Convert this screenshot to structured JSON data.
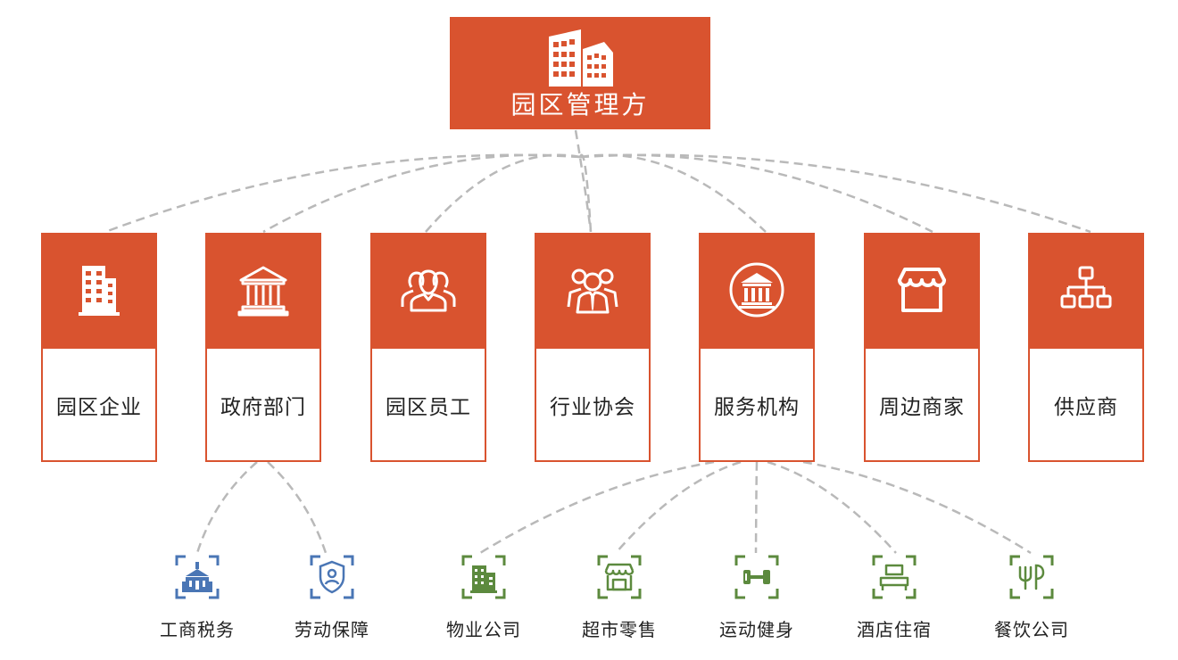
{
  "root": {
    "label": "园区管理方",
    "icon": "office-buildings-icon"
  },
  "nodes": [
    {
      "label": "园区企业",
      "icon": "office-tower-icon"
    },
    {
      "label": "政府部门",
      "icon": "government-building-icon"
    },
    {
      "label": "园区员工",
      "icon": "people-group-icon"
    },
    {
      "label": "行业协会",
      "icon": "association-meeting-icon"
    },
    {
      "label": "服务机构",
      "icon": "institution-circle-icon"
    },
    {
      "label": "周边商家",
      "icon": "storefront-icon"
    },
    {
      "label": "供应商",
      "icon": "hierarchy-network-icon"
    }
  ],
  "subitems": [
    {
      "label": "工商税务",
      "icon": "tax-office-icon",
      "parent": 1
    },
    {
      "label": "劳动保障",
      "icon": "labor-shield-icon",
      "parent": 1
    },
    {
      "label": "物业公司",
      "icon": "property-building-icon",
      "parent": 4
    },
    {
      "label": "超市零售",
      "icon": "supermarket-icon",
      "parent": 4
    },
    {
      "label": "运动健身",
      "icon": "dumbbell-icon",
      "parent": 4
    },
    {
      "label": "酒店住宿",
      "icon": "hotel-bed-icon",
      "parent": 4
    },
    {
      "label": "餐饮公司",
      "icon": "dining-fork-icon",
      "parent": 4
    }
  ],
  "colors": {
    "accent": "#d9532f",
    "connector": "#b9b9b9",
    "blue_icon": "#4a76b5",
    "green_icon": "#5c8a3e"
  }
}
